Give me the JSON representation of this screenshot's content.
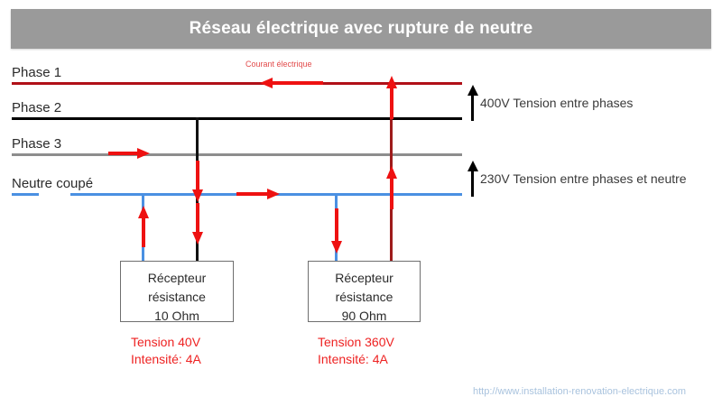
{
  "title": {
    "text": "Réseau électrique avec rupture de neutre",
    "banner_color": "#9a9a9a",
    "text_color": "#ffffff"
  },
  "buses": [
    {
      "label": "Phase 1",
      "color": "#b01018"
    },
    {
      "label": "Phase 2",
      "color": "#000000"
    },
    {
      "label": "Phase 3",
      "color": "#8d8d8d"
    },
    {
      "label": "Neutre coupé",
      "color": "#4a90e2"
    }
  ],
  "current_label": {
    "text": "Courant électrique",
    "color": "#e24b4b"
  },
  "voltage_annotations": [
    {
      "text": "400V Tension entre phases"
    },
    {
      "text": "230V Tension entre phases et neutre"
    }
  ],
  "receptors": [
    {
      "line1": "Récepteur",
      "line2": "résistance",
      "line3": "10 Ohm",
      "measure_voltage": "Tension 40V",
      "measure_current": "Intensité: 4A"
    },
    {
      "line1": "Récepteur",
      "line2": "résistance",
      "line3": "90 Ohm",
      "measure_voltage": "Tension 360V",
      "measure_current": "Intensité: 4A"
    }
  ],
  "footer": {
    "url": "http://www.installation-renovation-electrique.com",
    "color": "#a9c3de"
  },
  "arrow_color": "#ee1111"
}
